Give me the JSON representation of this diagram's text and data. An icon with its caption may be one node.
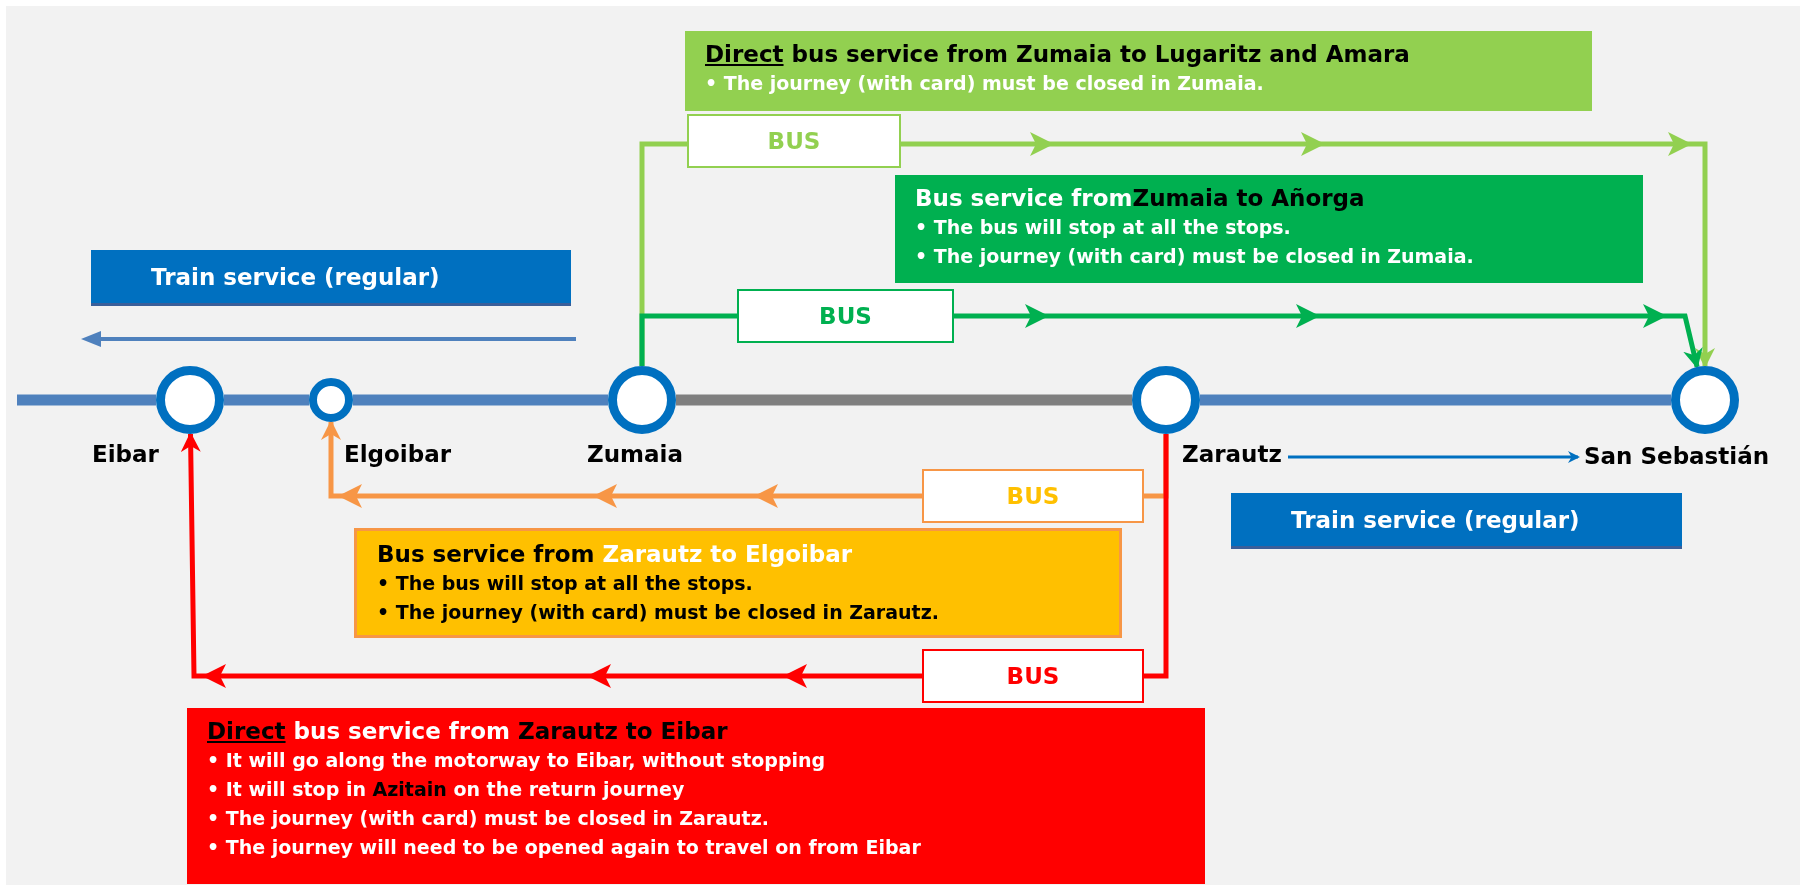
{
  "diagram": {
    "nodes": [
      {
        "text": [
          "Eibar"
        ]
      },
      {
        "text": [
          "Elgoibar"
        ]
      },
      {
        "text": [
          "Zumaia"
        ]
      },
      {
        "text": [
          "Zarautz"
        ]
      },
      {
        "text": [
          "San Sebastián"
        ]
      },
      {
        "text": [
          "Train service (regular)"
        ]
      },
      {
        "text": [
          "Train service (regular)"
        ]
      },
      {
        "text": [
          "**Direct** bus service from Zumaia to Lugaritz and Amara",
          "• The journey (with card) must be closed  in Zumaia."
        ]
      },
      {
        "text": [
          "BUS"
        ]
      },
      {
        "text": [
          "Bus service from**Zumaia to Añorga**",
          "• The bus will stop at all the stops.",
          "• The journey (with card) must be closed in Zumaia."
        ]
      },
      {
        "text": [
          "BUS"
        ]
      },
      {
        "text": [
          "BUS"
        ]
      },
      {
        "text": [
          "Bus service from **Zarautz to Elgoibar**",
          "• The bus will stop at all the stops.",
          "• The journey (with card) must be closed in Zarautz."
        ]
      },
      {
        "text": [
          "BUS"
        ]
      },
      {
        "text": [
          "**Direct** bus service from **Zarautz to Eibar**",
          "• It will go along the motorway to Eibar, without stopping",
          "• It will stop in **Azitain** on the return journey",
          "• The journey (with card) must be closed in Zarautz.",
          "• The journey will need to be opened again to travel on from Eibar"
        ]
      }
    ],
    "edges": [
      {
        "from": null,
        "to": 0,
        "arrow": "none",
        "style": "thick",
        "color": "#4f81bd"
      },
      {
        "from": 0,
        "to": 1,
        "arrow": "none",
        "style": "thick",
        "color": "#4f81bd"
      },
      {
        "from": 1,
        "to": 2,
        "arrow": "none",
        "style": "thick",
        "color": "#4f81bd"
      },
      {
        "from": 2,
        "to": 3,
        "arrow": "none",
        "style": "thick",
        "color": "#7f7f7f"
      },
      {
        "from": 3,
        "to": 4,
        "arrow": "none",
        "style": "thick",
        "color": "#4f81bd"
      },
      {
        "from": 3,
        "to": 4,
        "arrow": "to",
        "color": "#0070c0"
      },
      {
        "from": 2,
        "to": 8,
        "arrow": "none",
        "color": "#92d050"
      },
      {
        "from": 8,
        "to": 4,
        "arrow": "to",
        "color": "#92d050"
      },
      {
        "from": 2,
        "to": 10,
        "arrow": "none",
        "color": "#00b050"
      },
      {
        "from": 10,
        "to": 4,
        "arrow": "to",
        "color": "#00b050"
      },
      {
        "from": 3,
        "to": 11,
        "arrow": "none",
        "color": "#f79646"
      },
      {
        "from": 11,
        "to": 1,
        "arrow": "to",
        "color": "#f79646"
      },
      {
        "from": 3,
        "to": 13,
        "arrow": "none",
        "color": "#ff0000"
      },
      {
        "from": 13,
        "to": 0,
        "arrow": "to",
        "color": "#ff0000"
      }
    ]
  }
}
